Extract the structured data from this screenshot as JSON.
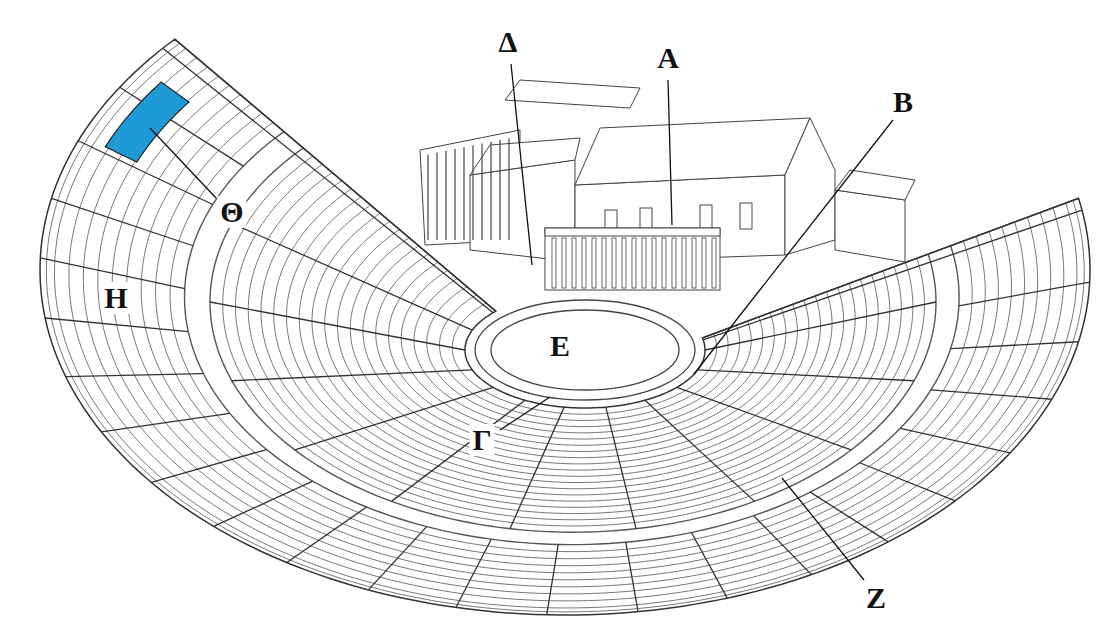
{
  "diagram": {
    "labels": [
      "Δ",
      "Α",
      "Β",
      "Θ",
      "Η",
      "Ε",
      "Γ",
      "Ζ"
    ]
  }
}
